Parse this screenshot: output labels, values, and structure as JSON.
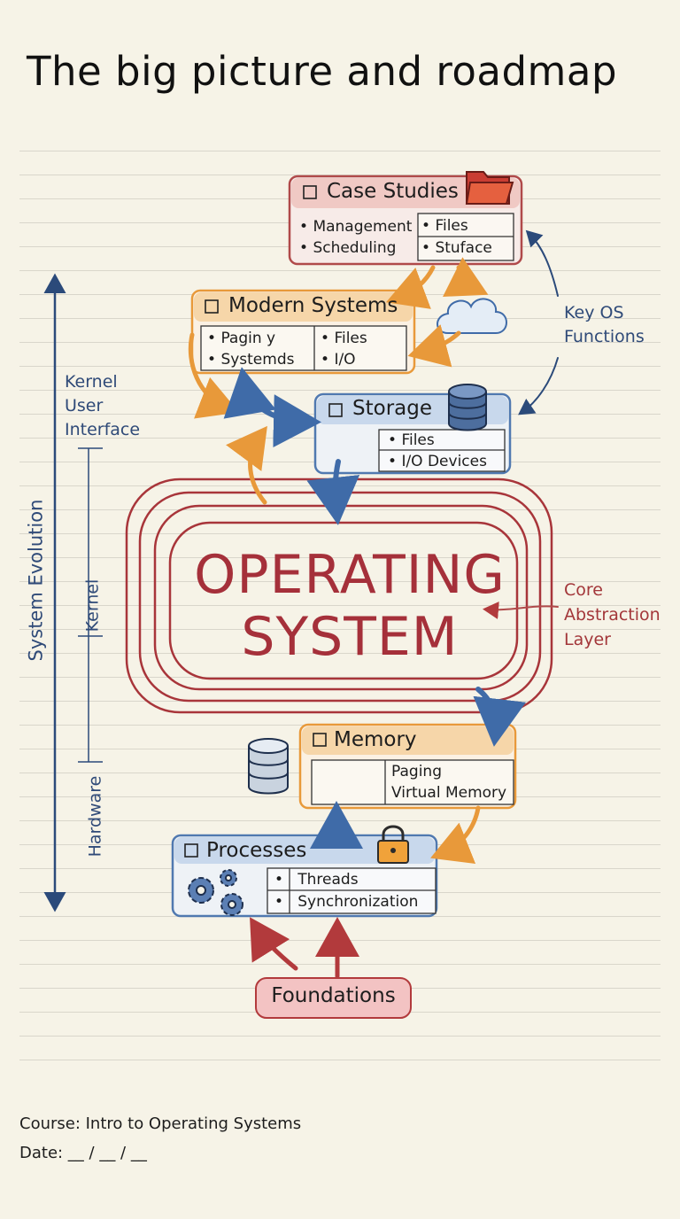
{
  "title": "The big picture and roadmap",
  "boxes": {
    "case_studies": {
      "title": "Case Studies",
      "left_items": [
        "Management",
        "Scheduling"
      ],
      "right_items": [
        "Files",
        "Stuface"
      ]
    },
    "modern_systems": {
      "title": "Modern Systems",
      "left_items": [
        "Pagin y",
        "Systemds"
      ],
      "right_items": [
        "Files",
        "I/O"
      ]
    },
    "storage": {
      "title": "Storage",
      "items": [
        "Files",
        "I/O Devices"
      ]
    },
    "memory": {
      "title": "Memory",
      "items": [
        "Paging",
        "Virtual Memory"
      ]
    },
    "processes": {
      "title": "Processes",
      "items": [
        "Threads",
        "Synchronization"
      ]
    },
    "foundations": {
      "label": "Foundations"
    }
  },
  "core": {
    "line1": "OPERATING",
    "line2": "SYSTEM"
  },
  "annotations": {
    "key_os_functions": [
      "Key OS",
      "Functions"
    ],
    "core_abstraction": [
      "Core",
      "Abstraction",
      "Layer"
    ],
    "left_labels": [
      "Kernel",
      "User",
      "Interface"
    ]
  },
  "axis": {
    "label": "System Evolution",
    "levels": [
      "Kernel",
      "Hardware"
    ]
  },
  "footer": {
    "course": "Course: Intro to Operating Systems",
    "date": "Date: __ / __ / __"
  },
  "colors": {
    "red": "#a83a3c",
    "orange": "#e8993a",
    "blue": "#3f6ba8",
    "navy": "#2b4a7a"
  },
  "icons": [
    "folder-icon",
    "cloud-icon",
    "database-icon",
    "lock-icon",
    "gears-icon"
  ]
}
